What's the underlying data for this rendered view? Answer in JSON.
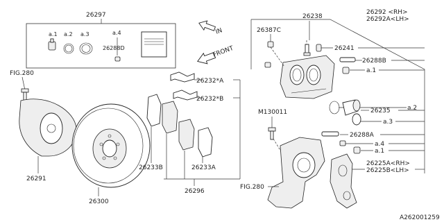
{
  "kit_box": {
    "part_number": "26297",
    "items": [
      "a.1",
      "a.2",
      "a.3",
      "a.4"
    ],
    "sub_part": "26288D"
  },
  "direction_arrows": {
    "in_label": "IN",
    "front_label": "FRONT"
  },
  "left_parts": {
    "fig_top": "FIG.280",
    "splash_shield": "26291",
    "rotor": "26300"
  },
  "pads": {
    "clip_a": "26232*A",
    "clip_b": "26232*B",
    "pad_b": "26233B",
    "pad_a": "26233A",
    "pad_set": "26296"
  },
  "caliper": {
    "bleeder_cap": "26387C",
    "bleeder": "26238",
    "caliper_rh": "26292 <RH>",
    "caliper_lh": "26292A<LH>",
    "boot": "26241",
    "guide_pin_b": "26288B",
    "ref_a1_top": "a.1",
    "ref_a2": "a.2",
    "piston": "26235",
    "ref_a3": "a.3",
    "guide_pin_a": "26288A",
    "ref_a4": "a.4",
    "ref_a1_bottom": "a.1",
    "support_rh": "26225A<RH>",
    "support_lh": "26225B<LH>",
    "bolt": "M130011",
    "fig_bottom": "FIG.280"
  },
  "diagram_code": "A262001259"
}
